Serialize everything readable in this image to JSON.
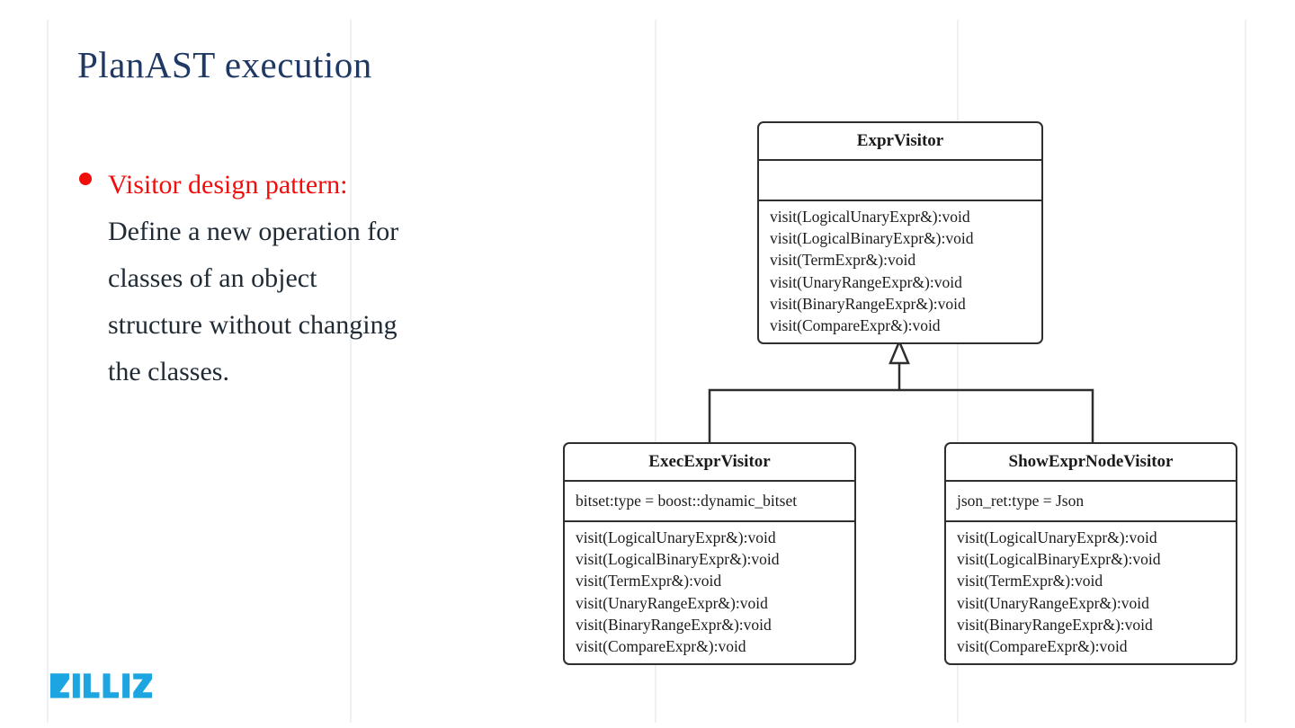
{
  "slide": {
    "title": "PlanAST execution",
    "bullet": {
      "heading": "Visitor design pattern:",
      "body_lines": [
        "Define a new operation for",
        "classes of an object",
        "structure without changing",
        "the classes."
      ]
    },
    "logo_text": "ZILLIZ",
    "colors": {
      "title_navy": "#1f3864",
      "bullet_red": "#f20d0d",
      "body_text": "#212b36",
      "box_border": "#2e2e2e",
      "brand_blue": "#1ca5e0",
      "guide_line": "#eef0f4"
    }
  },
  "diagram": {
    "type": "uml-class-diagram",
    "classes": [
      {
        "name": "ExprVisitor",
        "attributes": [],
        "methods": [
          "visit(LogicalUnaryExpr&):void",
          "visit(LogicalBinaryExpr&):void",
          "visit(TermExpr&):void",
          "visit(UnaryRangeExpr&):void",
          "visit(BinaryRangeExpr&):void",
          "visit(CompareExpr&):void"
        ]
      },
      {
        "name": "ExecExprVisitor",
        "attributes": [
          "bitset:type = boost::dynamic_bitset"
        ],
        "methods": [
          "visit(LogicalUnaryExpr&):void",
          "visit(LogicalBinaryExpr&):void",
          "visit(TermExpr&):void",
          "visit(UnaryRangeExpr&):void",
          "visit(BinaryRangeExpr&):void",
          "visit(CompareExpr&):void"
        ]
      },
      {
        "name": "ShowExprNodeVisitor",
        "attributes": [
          "json_ret:type = Json"
        ],
        "methods": [
          "visit(LogicalUnaryExpr&):void",
          "visit(LogicalBinaryExpr&):void",
          "visit(TermExpr&):void",
          "visit(UnaryRangeExpr&):void",
          "visit(BinaryRangeExpr&):void",
          "visit(CompareExpr&):void"
        ]
      }
    ],
    "relations": [
      {
        "from": "ExecExprVisitor",
        "to": "ExprVisitor",
        "type": "inheritance"
      },
      {
        "from": "ShowExprNodeVisitor",
        "to": "ExprVisitor",
        "type": "inheritance"
      }
    ]
  }
}
